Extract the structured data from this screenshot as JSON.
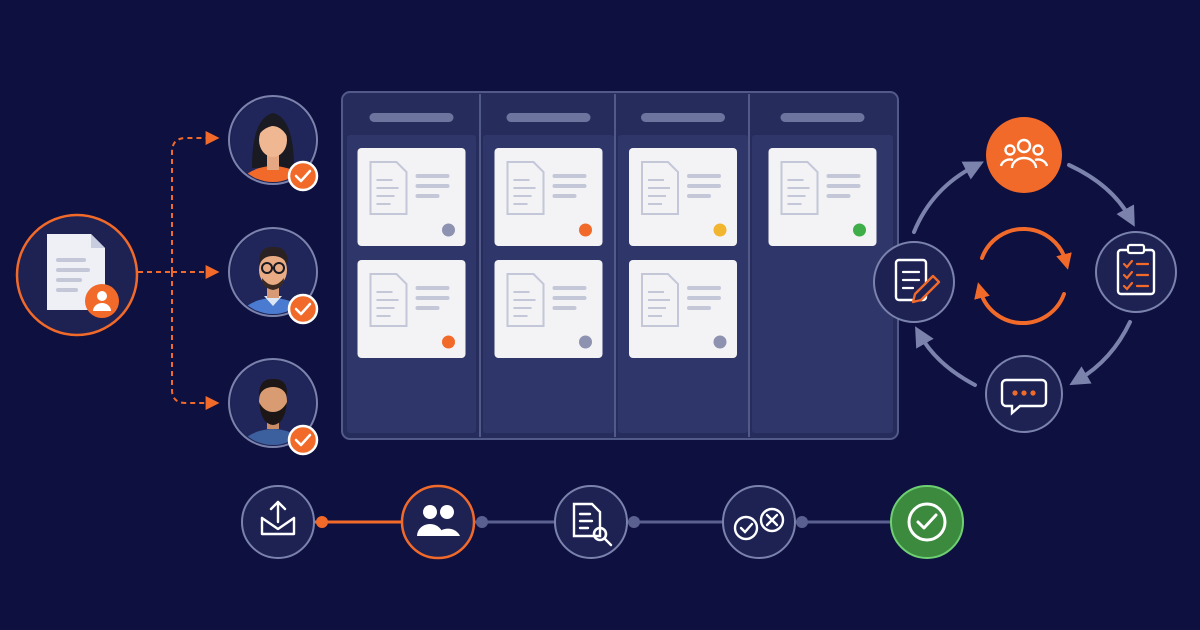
{
  "colors": {
    "background": "#0e1040",
    "accent": "#f26a2a",
    "node_fill": "#1d2253",
    "node_stroke": "#7b83ad",
    "board_bg": "#262c5c",
    "column_bg": "#2f3669",
    "card": "#f3f3f5",
    "status_gray": "#8c92b0",
    "status_orange": "#f26a2a",
    "status_yellow": "#f2b530",
    "status_green": "#3fae49",
    "approve_green": "#3b8a3e"
  },
  "source": {
    "icon": "document-with-user-icon"
  },
  "reviewers": [
    {
      "icon": "woman-avatar",
      "checked": true
    },
    {
      "icon": "man-with-glasses-avatar",
      "checked": true
    },
    {
      "icon": "bearded-man-avatar",
      "checked": true
    }
  ],
  "board": {
    "columns": [
      {
        "cards": [
          "gray",
          "orange"
        ]
      },
      {
        "cards": [
          "orange",
          "gray"
        ]
      },
      {
        "cards": [
          "yellow",
          "gray"
        ]
      },
      {
        "cards": [
          "green"
        ]
      }
    ]
  },
  "cycle": {
    "nodes": [
      {
        "icon": "team-icon",
        "highlight": true
      },
      {
        "icon": "checklist-icon",
        "highlight": false
      },
      {
        "icon": "chat-bubble-icon",
        "highlight": false
      },
      {
        "icon": "edit-document-icon",
        "highlight": false
      }
    ],
    "center_icon": "refresh-icon"
  },
  "pipeline": {
    "steps": [
      {
        "icon": "upload-tray-icon",
        "state": "done"
      },
      {
        "icon": "team-icon",
        "state": "active"
      },
      {
        "icon": "document-search-icon",
        "state": "pending"
      },
      {
        "icon": "approve-reject-icon",
        "state": "pending"
      },
      {
        "icon": "check-icon",
        "state": "complete"
      }
    ]
  }
}
